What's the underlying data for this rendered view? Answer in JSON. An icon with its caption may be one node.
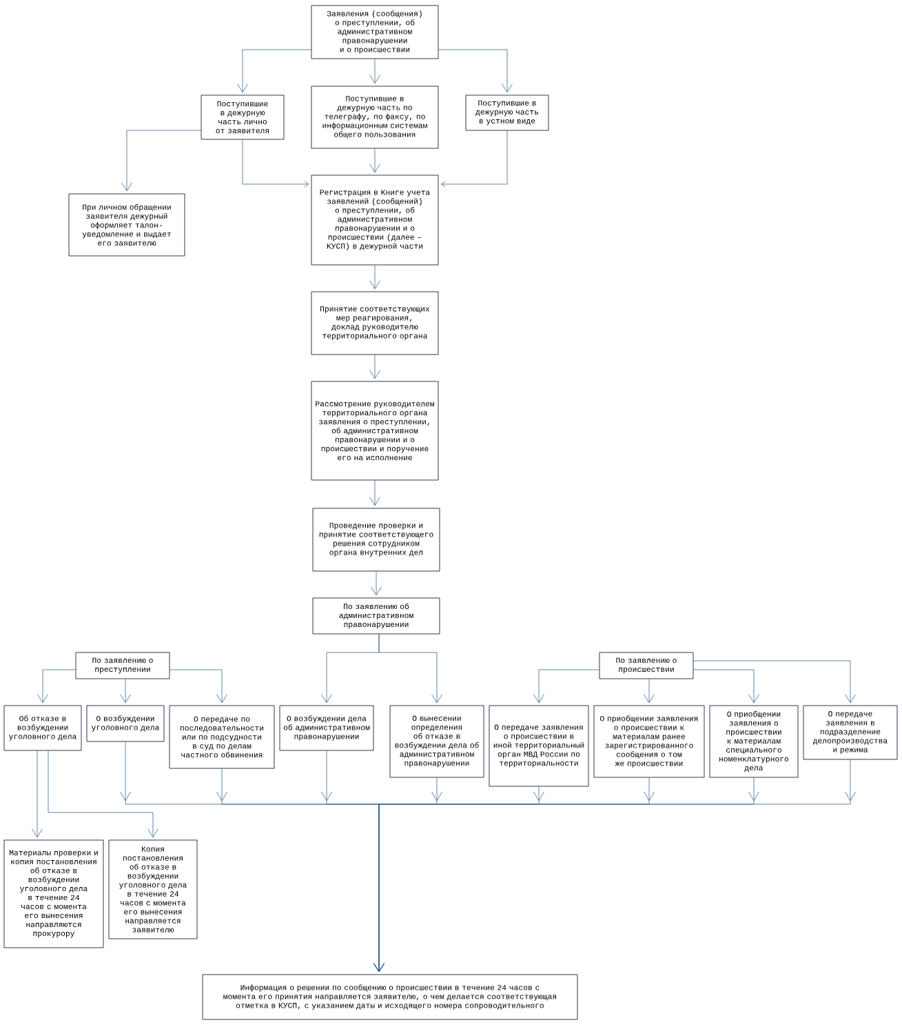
{
  "diagram": {
    "nodes": [
      {
        "text": [
          "Заявления (сообщения) о преступлении, об административном правонарушении и о происшествии"
        ]
      },
      {
        "text": [
          "Поступившие в дежурную часть лично от заявителя"
        ]
      },
      {
        "text": [
          "Поступившие в дежурную часть по телеграфу, по факсу, по информационным системам общего пользования"
        ]
      },
      {
        "text": [
          "Поступившие в дежурную часть в устном виде"
        ]
      },
      {
        "text": [
          "При личном обращении заявителя дежурный оформляет талон-уведомление и выдает его заявителю"
        ]
      },
      {
        "text": [
          "Регистрация в Книге учета заявлений (сообщений) о преступлении, об административном правонарушении и о происшествии (далее – КУСП) в дежурной части"
        ]
      },
      {
        "text": [
          "Принятие соответствующих мер реагирования, доклад руководителю территориального органа"
        ]
      },
      {
        "text": [
          "Рассмотрение руководителем территориального органа заявления о преступлении, об административном правонарушении и о происшествии и поручение его на исполнение"
        ]
      },
      {
        "text": [
          "Проведение проверки и принятие соответствующего решения сотрудником органа внутренних дел"
        ]
      },
      {
        "text": [
          "По заявлению об административном правонарушении"
        ]
      },
      {
        "text": [
          "По заявлению о преступлении"
        ]
      },
      {
        "text": [
          "По заявлению о происшествии"
        ]
      },
      {
        "text": [
          "Об отказе в возбуждении уголовного дела"
        ]
      },
      {
        "text": [
          "О возбуждении уголовного дела"
        ]
      },
      {
        "text": [
          "О передаче по последовательности или по подсудности в суд по делам частного обвинения"
        ]
      },
      {
        "text": [
          "О возбуждении дела об административном правонарушении"
        ]
      },
      {
        "text": [
          "О вынесении определения об отказе в возбуждении дела об административном правонарушении"
        ]
      },
      {
        "text": [
          "О передаче заявления о происшествии в иной территориальный орган МВД России по территориальности"
        ]
      },
      {
        "text": [
          "О приобщении заявления о происшествии к материалам ранее зарегистрированного сообщения о том же происшествии"
        ]
      },
      {
        "text": [
          "О приобщении заявления о происшествии к материалам специального номенклатурного дела"
        ]
      },
      {
        "text": [
          "О передаче заявления в подразделение делопроизводства и режима"
        ]
      },
      {
        "text": [
          "Материалы проверки и копия постановления об отказе в возбуждении уголовного дела в течение 24 часов с момента его вынесения направляются прокурору"
        ]
      },
      {
        "text": [
          "Копия постановления об отказе в возбуждении уголовного дела в течение 24 часов с момента его вынесения направляется заявителю"
        ]
      },
      {
        "text": [
          "Информация о решении по сообщению о происшествии в течение 24 часов с момента его принятия направляется заявителю, о чем делается соответствующая отметка в КУСП, с указанием даты и исходящего номера сопроводительного"
        ]
      }
    ],
    "edges": [
      {
        "from": 0,
        "to": 1,
        "arrow": "to"
      },
      {
        "from": 0,
        "to": 2,
        "arrow": "to"
      },
      {
        "from": 0,
        "to": 3,
        "arrow": "to"
      },
      {
        "from": 1,
        "to": 4,
        "arrow": "to"
      },
      {
        "from": 1,
        "to": 5,
        "arrow": "to"
      },
      {
        "from": 2,
        "to": 5,
        "arrow": "to"
      },
      {
        "from": 3,
        "to": 5,
        "arrow": "to"
      },
      {
        "from": 5,
        "to": 6,
        "arrow": "to"
      },
      {
        "from": 6,
        "to": 7,
        "arrow": "to"
      },
      {
        "from": 7,
        "to": 8,
        "arrow": "to"
      },
      {
        "from": 8,
        "to": 9,
        "arrow": "to"
      },
      {
        "from": 9,
        "to": 15,
        "arrow": "to"
      },
      {
        "from": 9,
        "to": 16,
        "arrow": "to"
      },
      {
        "from": 10,
        "to": 12,
        "arrow": "to"
      },
      {
        "from": 10,
        "to": 13,
        "arrow": "to"
      },
      {
        "from": 10,
        "to": 14,
        "arrow": "to"
      },
      {
        "from": 11,
        "to": 17,
        "arrow": "to"
      },
      {
        "from": 11,
        "to": 18,
        "arrow": "to"
      },
      {
        "from": 11,
        "to": 19,
        "arrow": "to"
      },
      {
        "from": 11,
        "to": 20,
        "arrow": "to"
      },
      {
        "from": 12,
        "to": 21,
        "arrow": "to"
      },
      {
        "from": 12,
        "to": 22,
        "arrow": "to"
      },
      {
        "from": 13,
        "to": 23,
        "arrow": "to"
      },
      {
        "from": 14,
        "to": 23,
        "arrow": "to"
      },
      {
        "from": 15,
        "to": 23,
        "arrow": "to"
      },
      {
        "from": 16,
        "to": 23,
        "arrow": "to"
      },
      {
        "from": 17,
        "to": 23,
        "arrow": "to"
      },
      {
        "from": 18,
        "to": 23,
        "arrow": "to"
      },
      {
        "from": 19,
        "to": 23,
        "arrow": "to"
      },
      {
        "from": 20,
        "to": 23,
        "arrow": "to"
      }
    ]
  }
}
